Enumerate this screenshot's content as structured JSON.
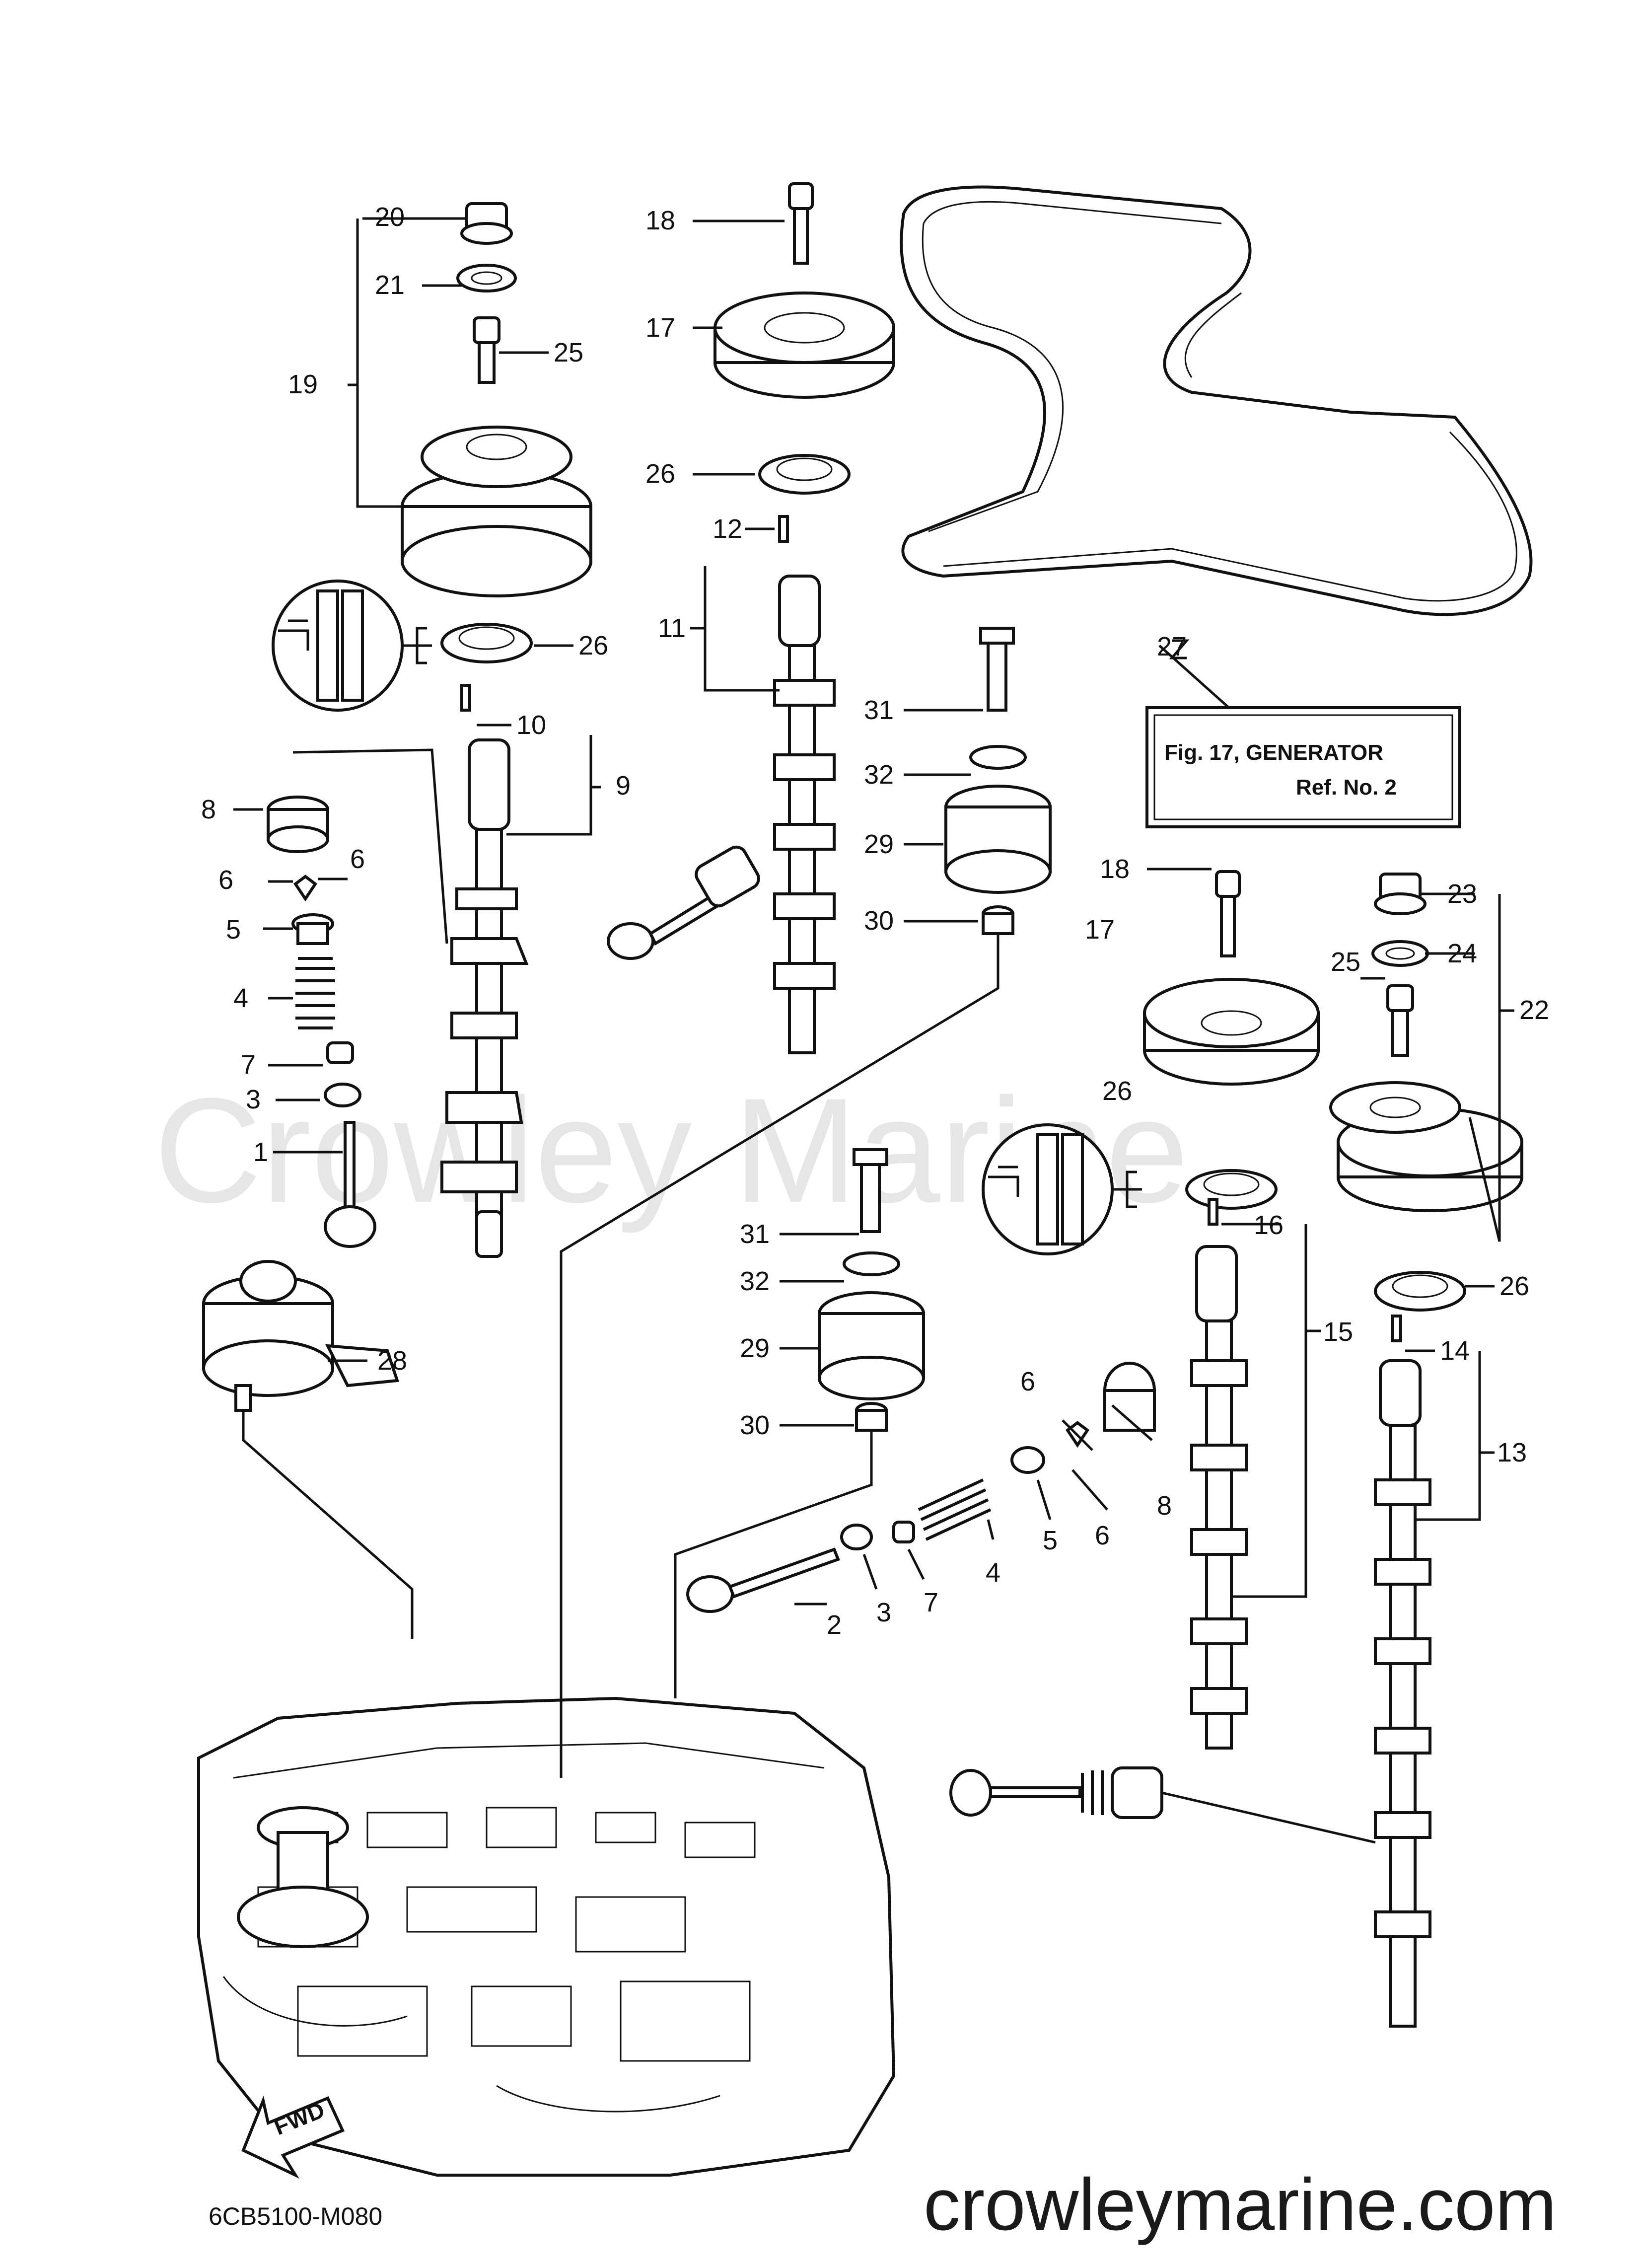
{
  "watermark": "Crowley Marine",
  "diagram_code": "6CB5100-M080",
  "site": "crowleymarine.com",
  "fwd_label": "FWD",
  "reference_box": {
    "line1": "Fig. 17, GENERATOR",
    "line2": "Ref. No. 2"
  },
  "callouts": {
    "c1": "1",
    "c2": "2",
    "c3a": "3",
    "c3b": "3",
    "c4a": "4",
    "c4b": "4",
    "c5a": "5",
    "c5b": "5",
    "c6a": "6",
    "c6b": "6",
    "c6c": "6",
    "c6d": "6",
    "c7a": "7",
    "c7b": "7",
    "c8a": "8",
    "c8b": "8",
    "c9": "9",
    "c10": "10",
    "c11": "11",
    "c12": "12",
    "c13": "13",
    "c14": "14",
    "c15": "15",
    "c16": "16",
    "c17a": "17",
    "c17b": "17",
    "c18a": "18",
    "c18b": "18",
    "c19": "19",
    "c20": "20",
    "c21": "21",
    "c22": "22",
    "c23": "23",
    "c24": "24",
    "c25a": "25",
    "c25b": "25",
    "c26a": "26",
    "c26b": "26",
    "c26c": "26",
    "c26d": "26",
    "c27": "27",
    "c28": "28",
    "c29a": "29",
    "c29b": "29",
    "c30a": "30",
    "c30b": "30",
    "c31a": "31",
    "c31b": "31",
    "c32a": "32",
    "c32b": "32"
  }
}
